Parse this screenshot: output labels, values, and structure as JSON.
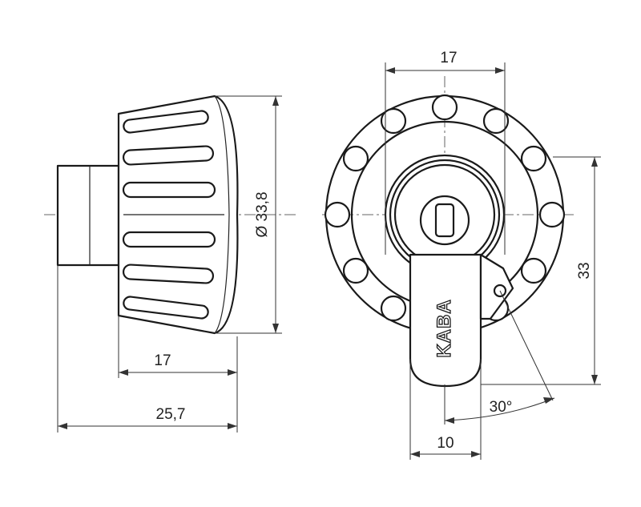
{
  "drawing": {
    "side_view": {
      "dim_diameter": "Ø 33,8",
      "dim_knob_length": "17",
      "dim_total_length": "25,7"
    },
    "front_view": {
      "dim_top_width": "17",
      "dim_height": "33",
      "dim_key_width": "10",
      "dim_angle": "30°",
      "logo": "KABA"
    }
  }
}
